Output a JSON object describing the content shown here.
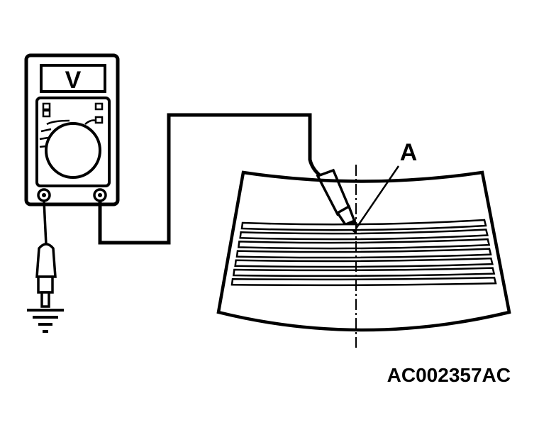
{
  "meter": {
    "display": "V"
  },
  "callout": {
    "label": "A"
  },
  "figure": {
    "code": "AC002357AC"
  },
  "colors": {
    "ink": "#000000",
    "paper": "#ffffff"
  },
  "icons": [
    "voltmeter-icon",
    "ground-icon",
    "probe-icon",
    "rear-window-icon"
  ],
  "grid_lines": 7
}
